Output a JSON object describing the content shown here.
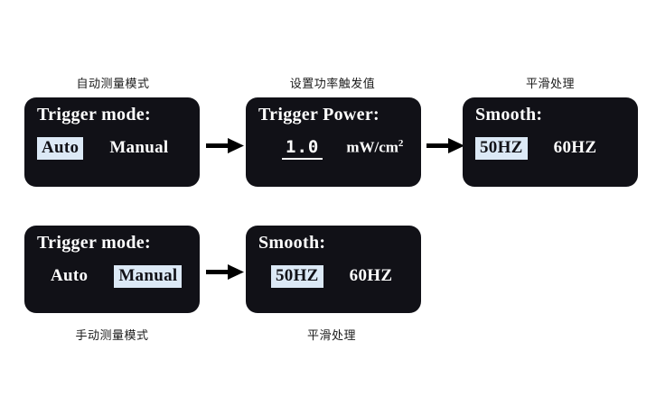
{
  "captions": {
    "auto_mode": "自动测量模式",
    "set_trigger_power": "设置功率触发值",
    "smooth_top": "平滑处理",
    "manual_mode": "手动测量模式",
    "smooth_bottom": "平滑处理"
  },
  "panels": {
    "trigger_mode_auto": {
      "title": "Trigger mode:",
      "options": [
        {
          "label": "Auto",
          "selected": true
        },
        {
          "label": "Manual",
          "selected": false
        }
      ]
    },
    "trigger_power": {
      "title": "Trigger Power:",
      "value": "1.0",
      "unit_text": "mW/cm",
      "unit_sup": "2"
    },
    "smooth_top": {
      "title": "Smooth:",
      "options": [
        {
          "label": "50HZ",
          "selected": true
        },
        {
          "label": "60HZ",
          "selected": false
        }
      ]
    },
    "trigger_mode_manual": {
      "title": "Trigger mode:",
      "options": [
        {
          "label": "Auto",
          "selected": false
        },
        {
          "label": "Manual",
          "selected": true
        }
      ]
    },
    "smooth_bottom": {
      "title": "Smooth:",
      "options": [
        {
          "label": "50HZ",
          "selected": true
        },
        {
          "label": "60HZ",
          "selected": false
        }
      ]
    }
  },
  "arrows": {
    "a1": "arrow-right",
    "a2": "arrow-right",
    "a3": "arrow-right"
  },
  "colors": {
    "panel_bg": "#111117",
    "panel_text": "#ffffff",
    "highlight_bg": "#dce9f6",
    "highlight_text": "#111117",
    "caption_text": "#1b1b1b",
    "arrow": "#000000",
    "page_bg": "#ffffff"
  }
}
